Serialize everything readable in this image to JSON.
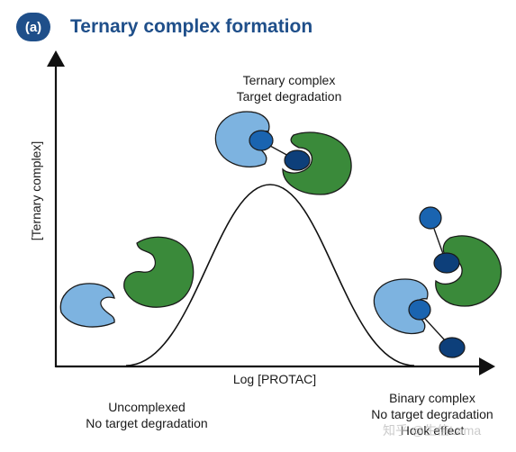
{
  "panel": {
    "badge": "(a)",
    "title": "Ternary complex formation"
  },
  "axes": {
    "y_label": "[Ternary complex]",
    "x_label": "Log [PROTAC]"
  },
  "captions": {
    "peak_line1": "Ternary complex",
    "peak_line2": "Target degradation",
    "left_line1": "Uncomplexed",
    "left_line2": "No target degradation",
    "right_line1": "Binary complex",
    "right_line2": "No target degradation",
    "right_line3": "Hook effect"
  },
  "watermark": "知乎 @生信Lama",
  "colors": {
    "title": "#1f4f8a",
    "target_protein": "#7db3e0",
    "e3_ligase": "#3a8a3a",
    "protac_warhead": "#1a64b0",
    "protac_ligand": "#0d3f7a"
  },
  "icons": {
    "target": "target-protein-icon",
    "e3": "e3-ligase-icon",
    "protac": "protac-molecule-icon"
  }
}
